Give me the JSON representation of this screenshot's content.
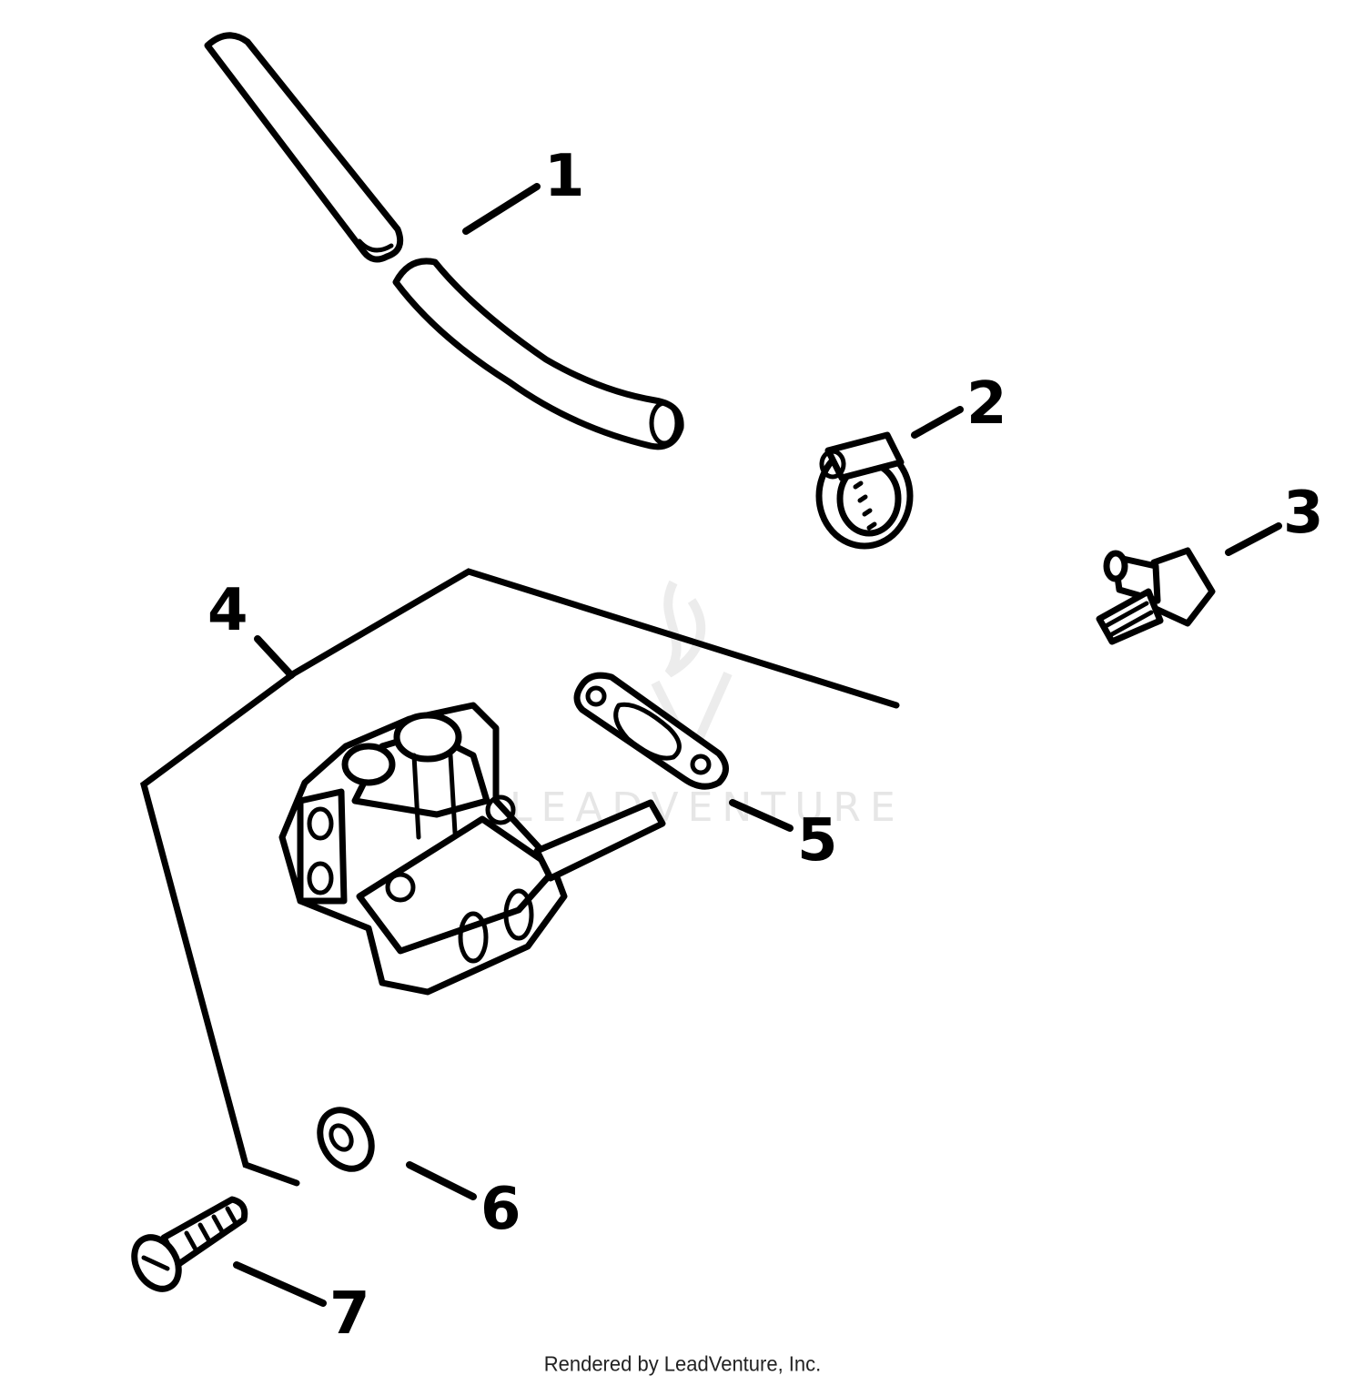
{
  "callouts": [
    {
      "number": "1",
      "part": "fuel-line-hose"
    },
    {
      "number": "2",
      "part": "hose-clamp"
    },
    {
      "number": "3",
      "part": "elbow-fitting"
    },
    {
      "number": "4",
      "part": "fuel-pump-kit-bracket"
    },
    {
      "number": "5",
      "part": "pump-gasket"
    },
    {
      "number": "6",
      "part": "washer"
    },
    {
      "number": "7",
      "part": "mounting-screw"
    }
  ],
  "watermark": {
    "text": "LEADVENTURE"
  },
  "credit": "Rendered by LeadVenture, Inc.",
  "colors": {
    "ink": "#000000",
    "paper": "#ffffff",
    "watermark": "#e6e6e6"
  }
}
